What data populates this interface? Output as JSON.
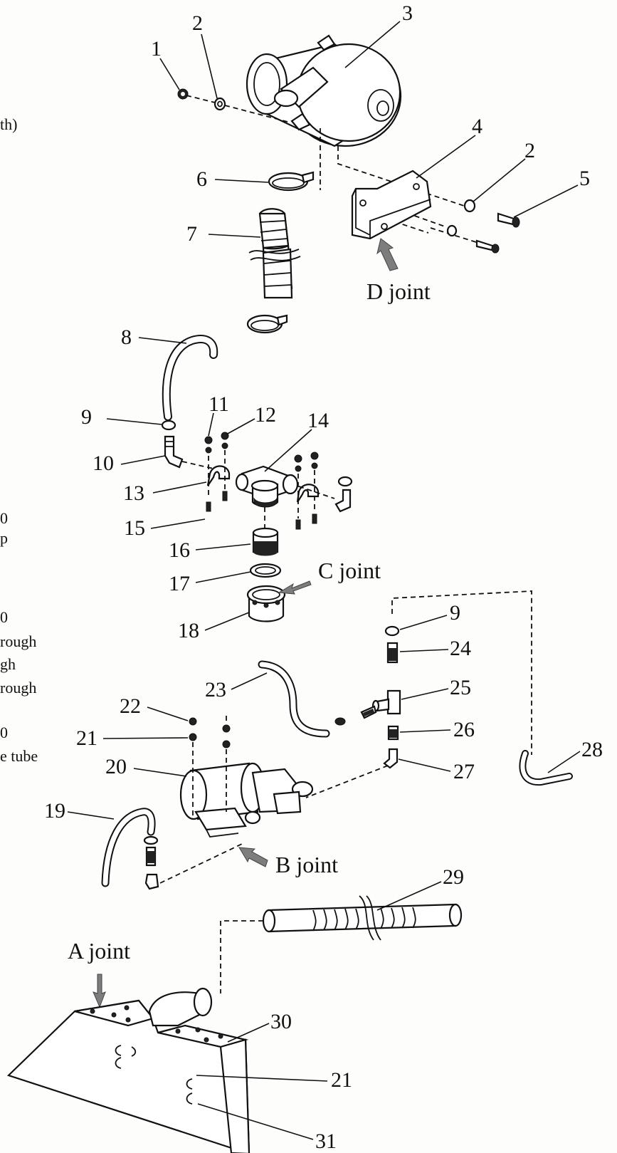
{
  "cropped_left_text": [
    "th)",
    "0",
    "p",
    "0",
    "rough",
    "gh",
    "rough",
    "0",
    "e tube"
  ],
  "part_numbers": [
    "1",
    "2",
    "3",
    "4",
    "2",
    "5",
    "6",
    "7",
    "8",
    "9",
    "10",
    "11",
    "12",
    "13",
    "14",
    "15",
    "16",
    "17",
    "18",
    "9",
    "19",
    "20",
    "21",
    "22",
    "23",
    "24",
    "25",
    "26",
    "27",
    "28",
    "29",
    "30",
    "21",
    "31"
  ],
  "joint_labels": {
    "d": "D joint",
    "c": "C joint",
    "b": "B joint",
    "a": "A joint"
  }
}
